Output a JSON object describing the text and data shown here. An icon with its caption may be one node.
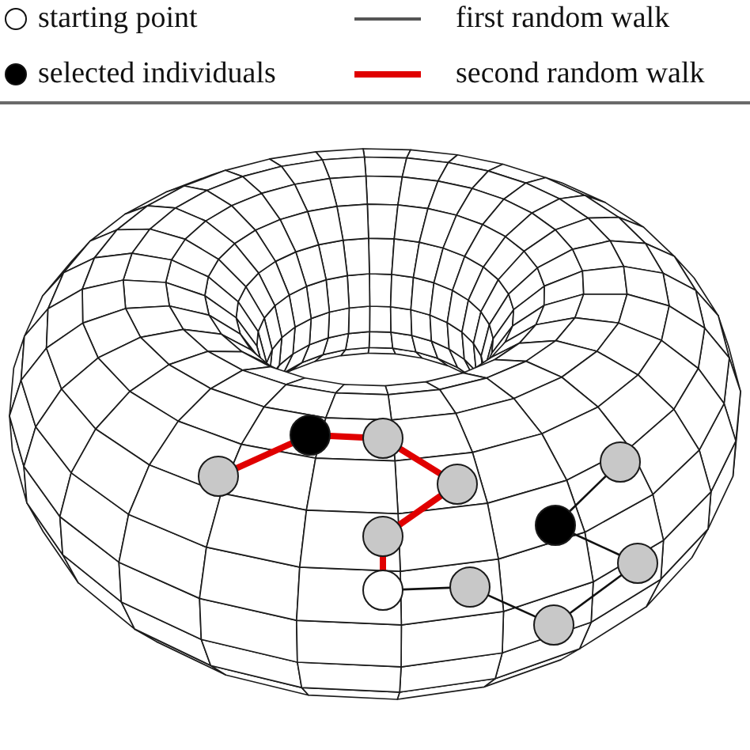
{
  "diagram": {
    "nodes": [
      {
        "text": [],
        "shape": "circle"
      },
      {
        "text": [],
        "shape": "circle"
      },
      {
        "text": [],
        "shape": "circle"
      },
      {
        "text": [],
        "shape": "circle"
      },
      {
        "text": [],
        "shape": "circle"
      },
      {
        "text": [],
        "shape": "circle"
      },
      {
        "text": [],
        "shape": "circle"
      },
      {
        "text": [],
        "shape": "circle"
      },
      {
        "text": [],
        "shape": "circle"
      },
      {
        "text": [],
        "shape": "circle"
      },
      {
        "text": [],
        "shape": "circle"
      }
    ],
    "edges": [
      {
        "from": 9,
        "to": 8,
        "arrow": "none"
      },
      {
        "from": 8,
        "to": 10,
        "arrow": "none"
      },
      {
        "from": 10,
        "to": 7,
        "arrow": "none"
      },
      {
        "from": 7,
        "to": 5,
        "arrow": "none"
      },
      {
        "from": 5,
        "to": 2,
        "arrow": "none"
      },
      {
        "from": 9,
        "to": 6,
        "arrow": "none",
        "style": "thick",
        "color": "#e00000"
      },
      {
        "from": 6,
        "to": 4,
        "arrow": "none",
        "style": "thick",
        "color": "#e00000"
      },
      {
        "from": 4,
        "to": 1,
        "arrow": "none",
        "style": "thick",
        "color": "#e00000"
      },
      {
        "from": 1,
        "to": 0,
        "arrow": "none",
        "style": "thick",
        "color": "#e00000"
      },
      {
        "from": 0,
        "to": 3,
        "arrow": "none",
        "style": "thick",
        "color": "#e00000"
      }
    ],
    "legend": [
      {
        "text": "starting point"
      },
      {
        "text": "first random walk"
      },
      {
        "text": "selected individuals"
      },
      {
        "text": "second random walk"
      }
    ]
  }
}
